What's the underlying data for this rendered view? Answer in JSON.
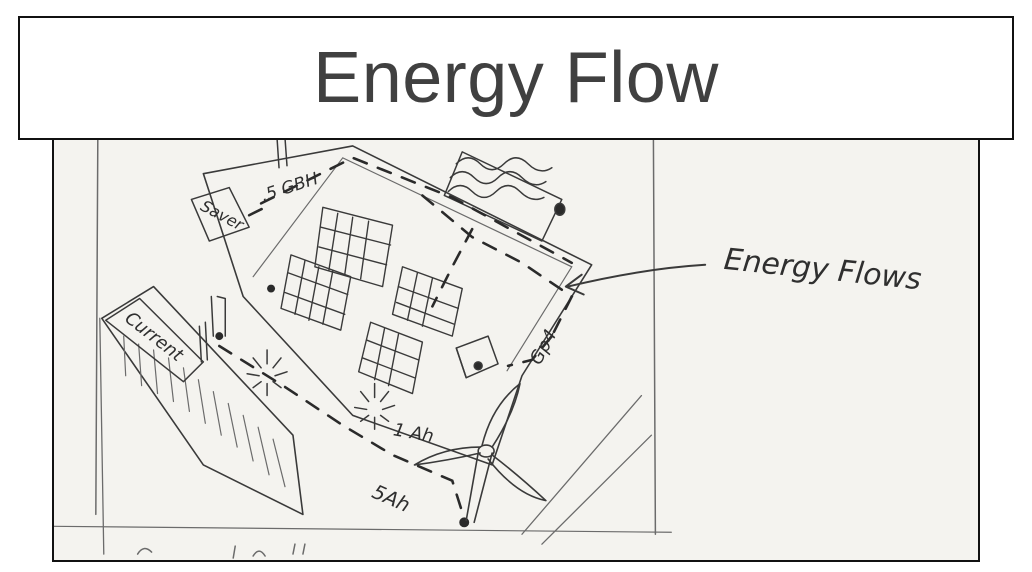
{
  "slide": {
    "title": "Energy Flow"
  },
  "sketch": {
    "labels": {
      "energy_flows": "Energy Flows",
      "saver": "Saver",
      "current": "Current",
      "five_gbh": ".5 GBH",
      "gp4": "Gp4",
      "one_ah": "1 Ah",
      "five_ah": "5Ah"
    }
  },
  "colors": {
    "paper": "#f4f3ef",
    "pencil": "#3a3a3a",
    "title_text": "#404040",
    "border": "#111111"
  }
}
